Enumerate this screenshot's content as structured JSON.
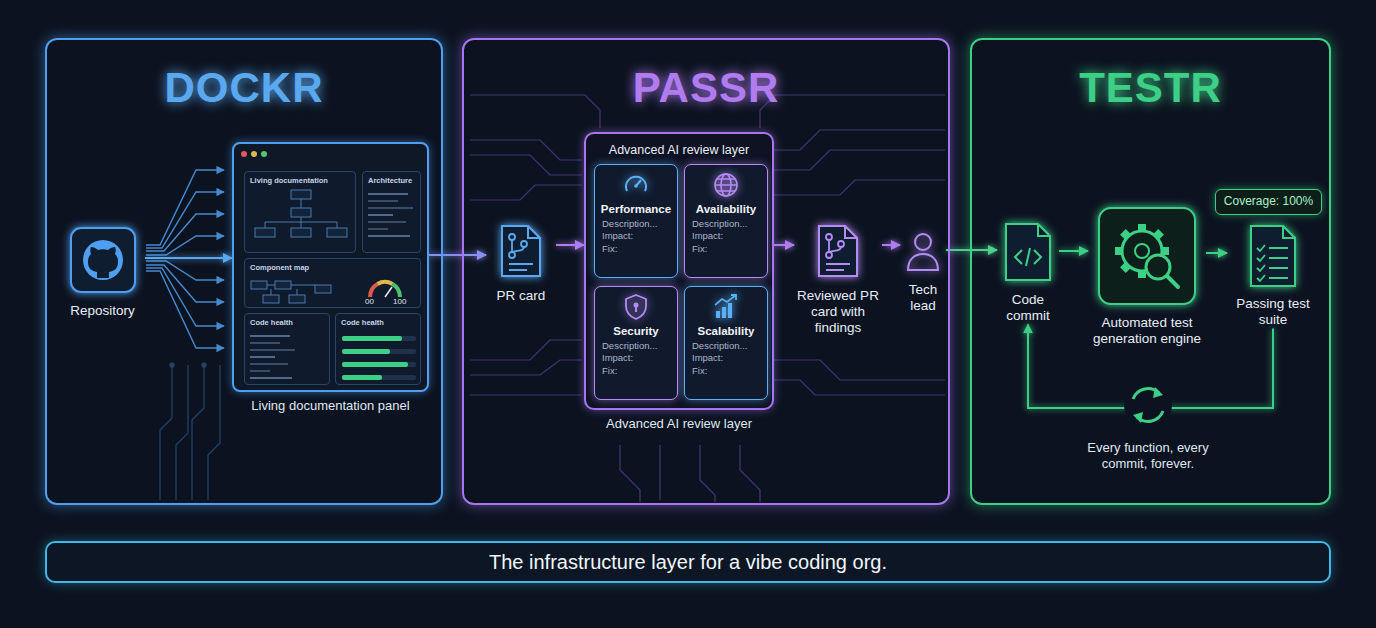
{
  "diagram": {
    "nodes": [
      {
        "text": [
          "DOCKR"
        ]
      },
      {
        "text": [
          "Repository"
        ],
        "in": 0
      },
      {
        "text": [
          "Living documentation panel"
        ],
        "in": 0
      },
      {
        "text": [
          "Living documentation"
        ],
        "in": 2
      },
      {
        "text": [
          "Architecture"
        ],
        "in": 2
      },
      {
        "text": [
          "Component map"
        ],
        "in": 2
      },
      {
        "text": [
          "Code health"
        ],
        "in": 2
      },
      {
        "text": [
          "Code health"
        ],
        "in": 2
      },
      {
        "text": [
          "PASSR"
        ]
      },
      {
        "text": [
          "PR card"
        ],
        "in": 8
      },
      {
        "text": [
          "Advanced AI review layer",
          "Advanced AI review layer"
        ],
        "in": 8
      },
      {
        "text": [
          "Performance",
          "Description...",
          "Impact:",
          "Fix:"
        ],
        "in": 10
      },
      {
        "text": [
          "Availability",
          "Description...",
          "Impact:",
          "Fix:"
        ],
        "in": 10
      },
      {
        "text": [
          "Security",
          "Description...",
          "Impact:",
          "Fix:"
        ],
        "in": 10
      },
      {
        "text": [
          "Scalability",
          "Description...",
          "Impact:",
          "Fix:"
        ],
        "in": 10
      },
      {
        "text": [
          "Reviewed PR card with findings"
        ],
        "in": 8
      },
      {
        "text": [
          "Tech lead"
        ],
        "in": 8
      },
      {
        "text": [
          "TESTR"
        ]
      },
      {
        "text": [
          "Code commit"
        ],
        "in": 17
      },
      {
        "text": [
          "Automated test generation engine"
        ],
        "in": 17
      },
      {
        "text": [
          "Passing test suite"
        ],
        "in": 17
      },
      {
        "text": [
          "Coverage: 100%"
        ],
        "in": 17
      },
      {
        "text": [
          "The infrastructure layer for a vibe coding org."
        ]
      }
    ],
    "edges": [
      {
        "from": 1,
        "to": 2,
        "arrow": "to"
      },
      {
        "from": 2,
        "to": 9,
        "arrow": "to"
      },
      {
        "from": 9,
        "to": 10,
        "arrow": "to"
      },
      {
        "from": 10,
        "to": 15,
        "arrow": "to"
      },
      {
        "from": 15,
        "to": 16,
        "arrow": "to"
      },
      {
        "from": 16,
        "to": 18,
        "arrow": "to"
      },
      {
        "from": 18,
        "to": 19,
        "arrow": "to"
      },
      {
        "from": 19,
        "to": 20,
        "arrow": "to"
      },
      {
        "from": 20,
        "to": 18,
        "arrow": "to"
      }
    ],
    "labels": [
      "00",
      "100",
      "Every function, every commit, forever."
    ]
  }
}
